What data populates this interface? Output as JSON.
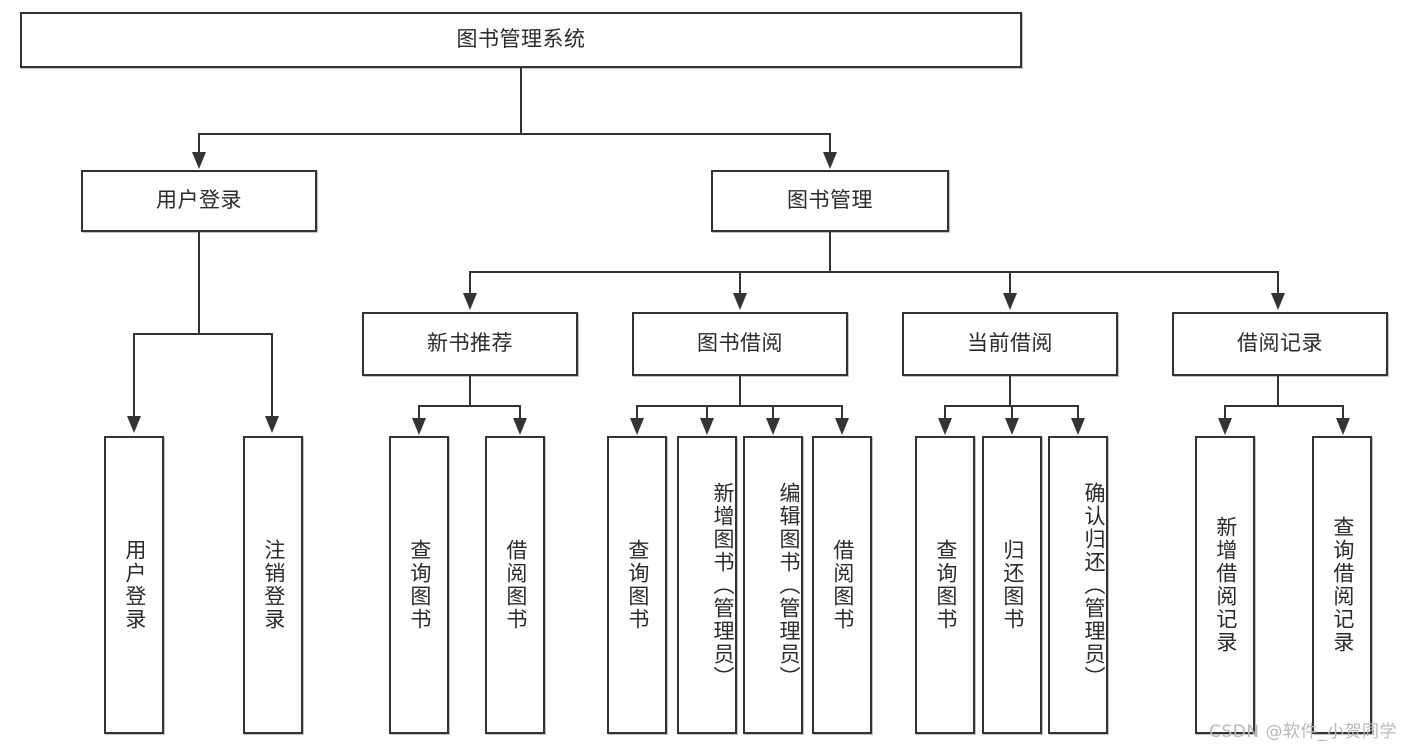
{
  "diagram": {
    "type": "tree-hierarchy",
    "title": "图书管理系统",
    "root": {
      "label": "图书管理系统"
    },
    "level2": [
      {
        "label": "用户登录"
      },
      {
        "label": "图书管理"
      }
    ],
    "level3": [
      {
        "label": "新书推荐"
      },
      {
        "label": "图书借阅"
      },
      {
        "label": "当前借阅"
      },
      {
        "label": "借阅记录"
      }
    ],
    "leaves": {
      "user_login": [
        {
          "label": "用户登录"
        },
        {
          "label": "注销登录"
        }
      ],
      "new_book_recommend": [
        {
          "label": "查询图书"
        },
        {
          "label": "借阅图书"
        }
      ],
      "book_borrow": [
        {
          "label": "查询图书"
        },
        {
          "label": "新增图书（管理员）"
        },
        {
          "label": "编辑图书（管理员）"
        },
        {
          "label": "借阅图书"
        }
      ],
      "current_borrow": [
        {
          "label": "查询图书"
        },
        {
          "label": "归还图书"
        },
        {
          "label": "确认归还（管理员）"
        }
      ],
      "borrow_record": [
        {
          "label": "新增借阅记录"
        },
        {
          "label": "查询借阅记录"
        }
      ]
    }
  },
  "watermark": {
    "text": "CSDN @软件_小贺同学"
  },
  "colors": {
    "border": "#333333",
    "text": "#2b2b2b",
    "background": "#ffffff",
    "watermark": "#b9b9b9"
  }
}
